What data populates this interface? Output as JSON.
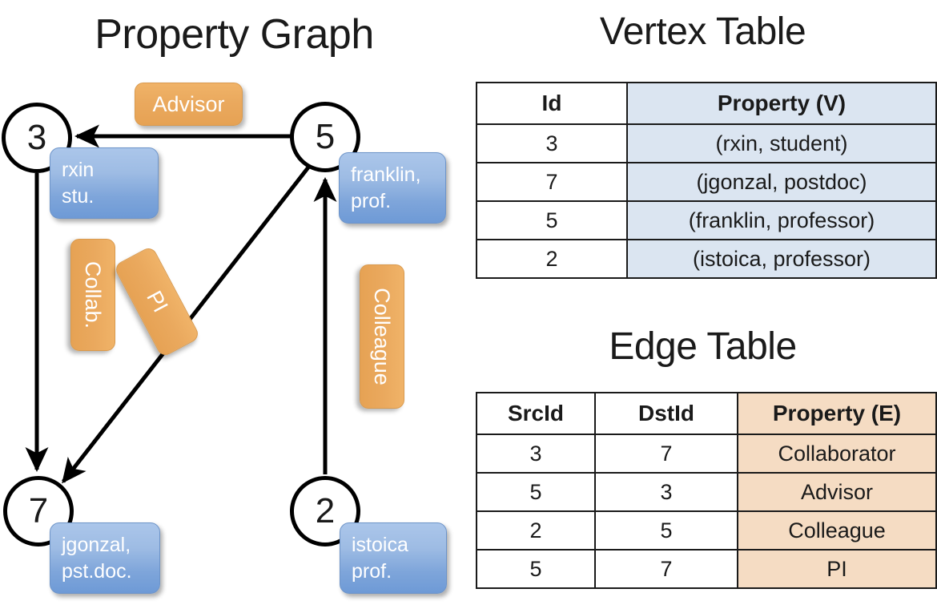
{
  "titles": {
    "property_graph": "Property Graph",
    "vertex_table": "Vertex Table",
    "edge_table": "Edge Table"
  },
  "graph": {
    "nodes": [
      {
        "id": "3",
        "property_line1": "rxin",
        "property_line2": "stu."
      },
      {
        "id": "5",
        "property_line1": "franklin,",
        "property_line2": "prof."
      },
      {
        "id": "7",
        "property_line1": "jgonzal,",
        "property_line2": "pst.doc."
      },
      {
        "id": "2",
        "property_line1": "istoica",
        "property_line2": "prof."
      }
    ],
    "edge_labels": [
      {
        "name": "advisor",
        "text": "Advisor"
      },
      {
        "name": "collab",
        "text": "Collab."
      },
      {
        "name": "pi",
        "text": "PI"
      },
      {
        "name": "colleague",
        "text": "Colleague"
      }
    ]
  },
  "vertex_table": {
    "headers": [
      "Id",
      "Property (V)"
    ],
    "rows": [
      {
        "id": "3",
        "property": "(rxin, student)"
      },
      {
        "id": "7",
        "property": "(jgonzal, postdoc)"
      },
      {
        "id": "5",
        "property": "(franklin, professor)"
      },
      {
        "id": "2",
        "property": "(istoica, professor)"
      }
    ]
  },
  "edge_table": {
    "headers": [
      "SrcId",
      "DstId",
      "Property (E)"
    ],
    "rows": [
      {
        "src": "3",
        "dst": "7",
        "property": "Collaborator"
      },
      {
        "src": "5",
        "dst": "3",
        "property": "Advisor"
      },
      {
        "src": "2",
        "dst": "5",
        "property": "Colleague"
      },
      {
        "src": "5",
        "dst": "7",
        "property": "PI"
      }
    ]
  },
  "colors": {
    "vertex_property_fill": "#dbe5f1",
    "edge_property_fill": "#f5dcc3",
    "node_box_blue": "#7ea5da",
    "edge_label_orange": "#eaa95e",
    "stroke": "#1a1a1a"
  }
}
